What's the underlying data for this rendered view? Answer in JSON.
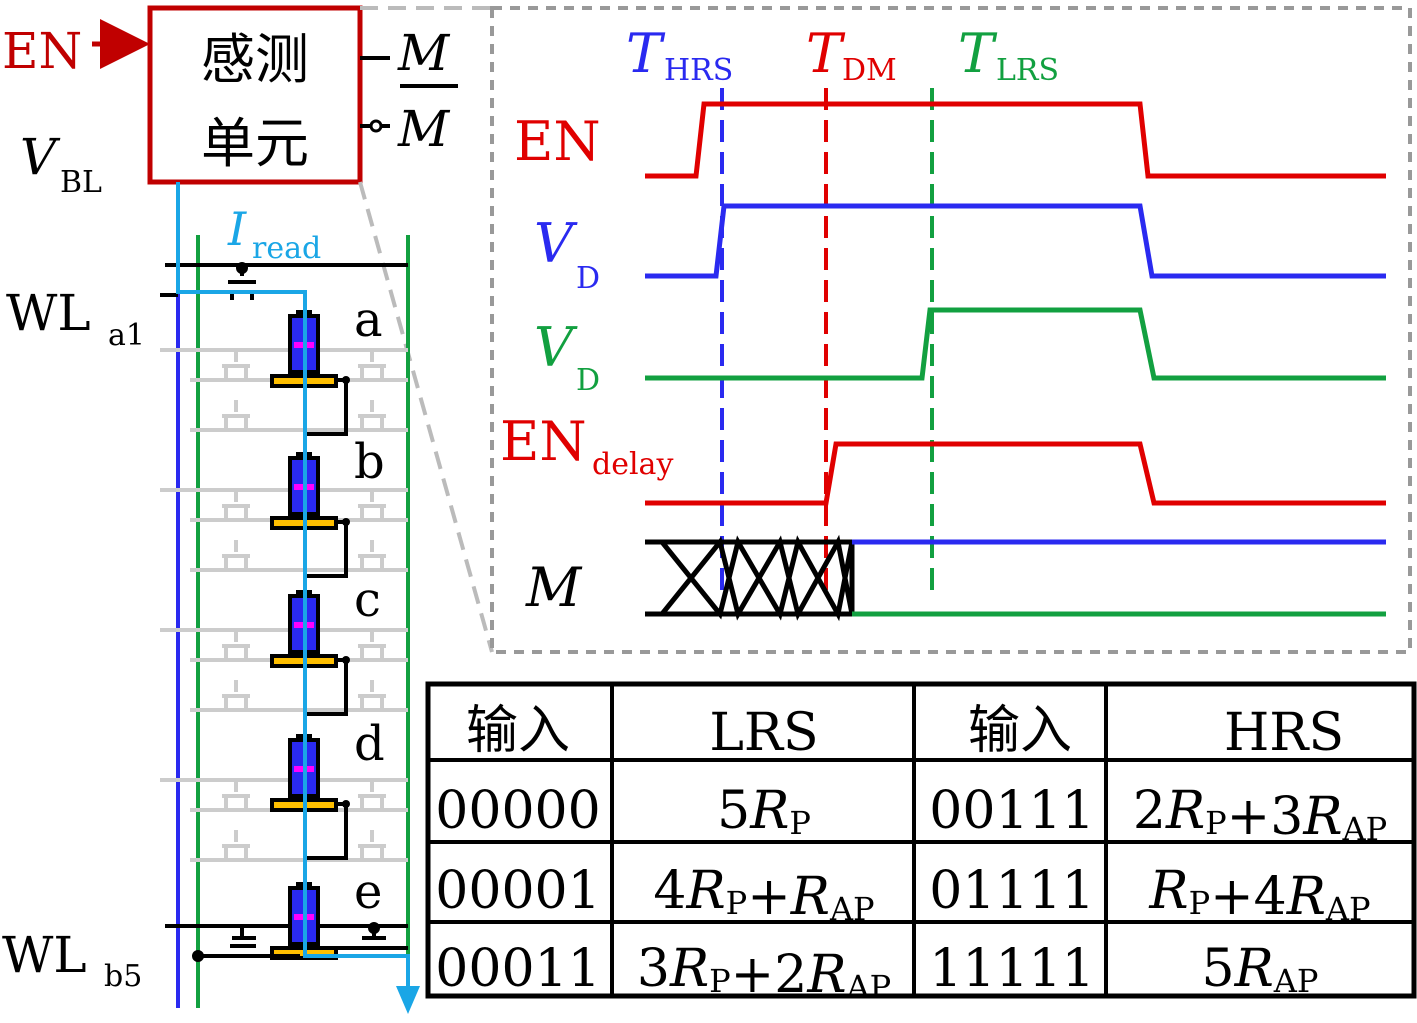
{
  "colors": {
    "red": "#e00000",
    "dark_red": "#c00000",
    "blue": "#2a2af0",
    "green": "#12a040",
    "cyan": "#1aa6e6",
    "gray": "#999999",
    "black": "#000000"
  },
  "sense": {
    "en_input": "EN",
    "block_line1": "感测",
    "block_line2": "单元",
    "out_m": "M",
    "out_m_bar": "M",
    "vbl_main": "V",
    "vbl_sub": "BL"
  },
  "array": {
    "current_main": "I",
    "current_sub": "read",
    "wl_top_main": "WL",
    "wl_top_sub": "a1",
    "wl_bot_main": "WL",
    "wl_bot_sub": "b5",
    "cells": [
      "a",
      "b",
      "c",
      "d",
      "e"
    ]
  },
  "timing": {
    "markers": {
      "hrs_main": "T",
      "hrs_sub": "HRS",
      "dm_main": "T",
      "dm_sub": "DM",
      "lrs_main": "T",
      "lrs_sub": "LRS"
    },
    "signals": {
      "en": "EN",
      "vd1_main": "V",
      "vd1_sub": "D",
      "vd2_main": "V",
      "vd2_sub": "D",
      "endelay_main": "EN",
      "endelay_sub": "delay",
      "m": "M"
    }
  },
  "table": {
    "headers": [
      "输入",
      "LRS",
      "输入",
      "HRS"
    ],
    "rows": [
      {
        "in1": "00000",
        "lrs": [
          [
            "5R",
            "P"
          ]
        ],
        "in2": "00111",
        "hrs": [
          [
            "2R",
            "P"
          ],
          [
            "+3R",
            "AP"
          ]
        ]
      },
      {
        "in1": "00001",
        "lrs": [
          [
            "4R",
            "P"
          ],
          [
            "+R",
            "AP"
          ]
        ],
        "in2": "01111",
        "hrs": [
          [
            "R",
            "P"
          ],
          [
            "+4R",
            "AP"
          ]
        ]
      },
      {
        "in1": "00011",
        "lrs": [
          [
            "3R",
            "P"
          ],
          [
            "+2R",
            "AP"
          ]
        ],
        "in2": "11111",
        "hrs": [
          [
            "5R",
            "AP"
          ]
        ]
      }
    ]
  }
}
